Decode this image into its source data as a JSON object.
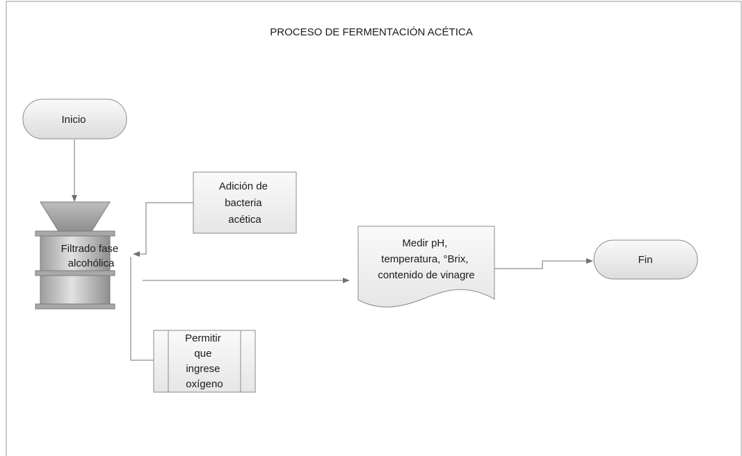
{
  "title": "PROCESO DE FERMENTACIÓN ACÉTICA",
  "nodes": {
    "inicio": {
      "label": "Inicio"
    },
    "filtrado": {
      "lines": [
        "Filtrado fase",
        "alcohólica"
      ]
    },
    "adicion": {
      "lines": [
        "Adición de",
        "bacteria",
        "acética"
      ]
    },
    "permitir": {
      "lines": [
        "Permitir",
        "que",
        "ingrese",
        "oxígeno"
      ]
    },
    "medir": {
      "lines": [
        "Medir pH,",
        "temperatura, °Brix,",
        "contenido de vinagre"
      ]
    },
    "fin": {
      "label": "Fin"
    }
  },
  "colors": {
    "line": "#707070",
    "shape_stroke": "#8a8a8a",
    "shape_fill_light": "#f4f4f4",
    "shape_fill_dark": "#cfcfcf"
  }
}
